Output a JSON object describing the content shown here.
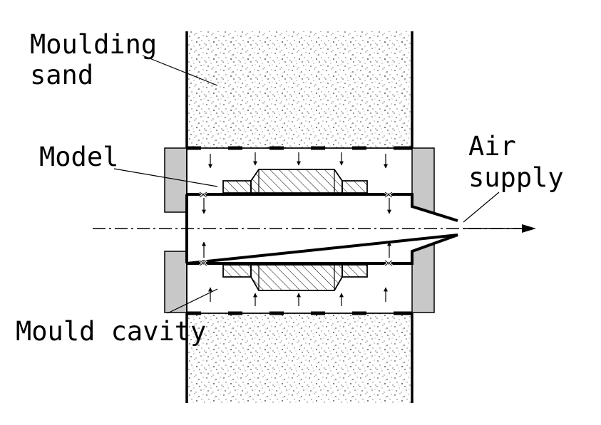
{
  "labels": {
    "moulding_sand_line1": "Moulding",
    "moulding_sand_line2": "sand",
    "model": "Model",
    "air_supply_line1": "Air",
    "air_supply_line2": "supply",
    "mould_cavity": "Mould cavity"
  },
  "colors": {
    "line": "#000000",
    "background": "#ffffff",
    "flask": "#c8c8c8",
    "sand_dots": "#6a6a6a"
  }
}
